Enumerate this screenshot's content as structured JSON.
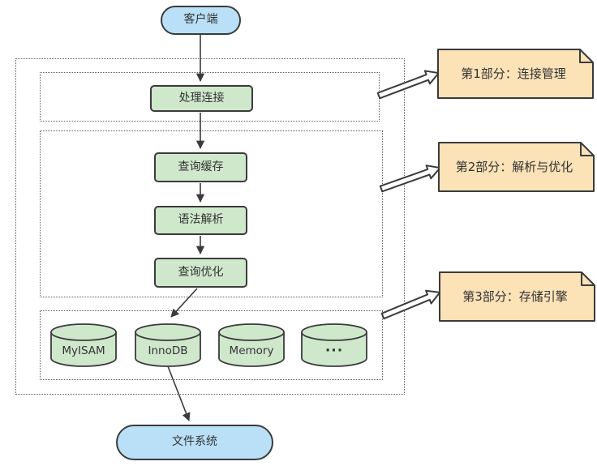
{
  "diagram": {
    "title_hint": "MySQL server architecture flow diagram",
    "client": {
      "label": "客户端"
    },
    "flow_boxes": [
      {
        "label": "处理连接"
      },
      {
        "label": "查询缓存"
      },
      {
        "label": "语法解析"
      },
      {
        "label": "查询优化"
      }
    ],
    "engines": [
      {
        "label": "MyISAM"
      },
      {
        "label": "InnoDB"
      },
      {
        "label": "Memory"
      },
      {
        "label": "···"
      }
    ],
    "filesystem": {
      "label": "文件系统"
    },
    "notes": [
      {
        "label": "第1部分：连接管理"
      },
      {
        "label": "第2部分：解析与优化"
      },
      {
        "label": "第3部分：存储引擎"
      }
    ],
    "colors": {
      "blue_fill": "#b9e0f7",
      "green_fill": "#cfe8cc",
      "note_fill": "#fbe2b7",
      "shape_border": "#3b3b3b",
      "dotted_border": "#5a5a5a",
      "text": "#333333"
    }
  }
}
